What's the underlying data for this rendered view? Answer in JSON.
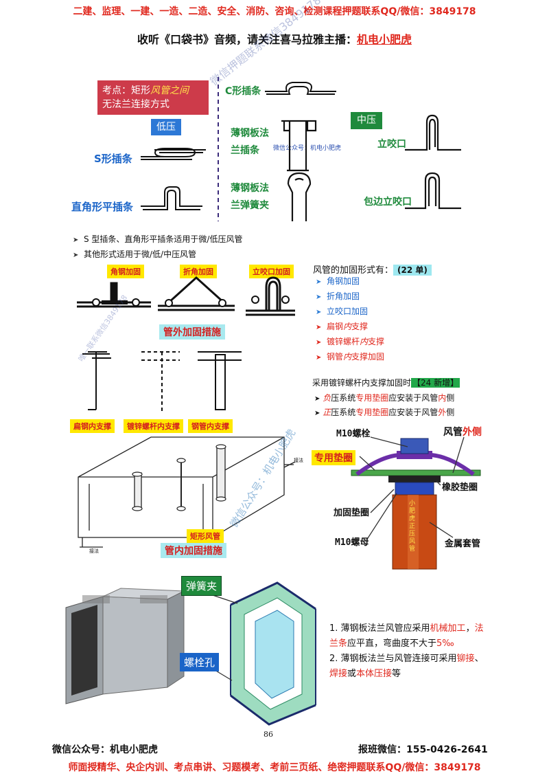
{
  "header": {
    "top_banner": "二建、监理、一建、一造、二造、安全、消防、咨询、检测课程押题联系QQ/微信：3849178",
    "subtitle_prefix": "收听《口袋书》音频，请关注喜马拉雅主播：",
    "subtitle_host": "机电小肥虎"
  },
  "section1": {
    "exam_point_line1": "考点：矩形",
    "exam_point_italic": "风管之间",
    "exam_point_line2": "无法兰连接方式",
    "low_pressure_badge": "低压",
    "mid_pressure_badge": "中压",
    "s_insert": "S形插条",
    "right_angle_insert": "直角形平插条",
    "c_insert": "C形插条",
    "thin_flange_insert_l1": "薄钢板法",
    "thin_flange_insert_l2": "兰插条",
    "thin_flange_spring_l1": "薄钢板法",
    "thin_flange_spring_l2": "兰弹簧夹",
    "standing_seam": "立咬口",
    "wrapped_seam": "包边立咬口",
    "inline_wm": "微信公众号：机电小肥虎"
  },
  "notes": [
    "S 型插条、直角形平插条适用于微/低压风管",
    "其他形式适用于微/低/中压风管"
  ],
  "reinforce": {
    "angle_steel": "角钢加固",
    "folded": "折角加固",
    "standing": "立咬口加固",
    "outside_caption": "管外加固措施",
    "flat_steel": "扁钢内支撑",
    "galv_rod": "镀锌螺杆内支撑",
    "steel_pipe": "钢管内支撑",
    "rect_duct": "矩形风管",
    "inside_caption": "管内加固措施",
    "tiny_l": "接法",
    "tiny_r": "接法"
  },
  "reinforce_list": {
    "title": "风管的加固形式有：",
    "badge": "(22 单)",
    "items": [
      {
        "text": "角钢加固",
        "style": "blue"
      },
      {
        "text": "折角加固",
        "style": "blue"
      },
      {
        "text": "立咬口加固",
        "style": "blue"
      },
      {
        "pre": "扁钢",
        "mid": "内",
        "post": "支撑"
      },
      {
        "pre": "镀锌螺杆",
        "mid": "内",
        "post": "支撑"
      },
      {
        "pre": "钢管",
        "mid": "内",
        "post": "支撑加固"
      }
    ]
  },
  "rod_note": {
    "title": "采用镀锌螺杆内支撑加固时",
    "badge": "【24 新增】",
    "line1": {
      "a": "负",
      "b": "压系统",
      "c": "专用垫圈",
      "d": "应安装于风管",
      "e": "内",
      "f": "侧"
    },
    "line2": {
      "a": "正",
      "b": "压系统",
      "c": "专用垫圈",
      "d": "应安装于风管",
      "e": "外",
      "f": "侧"
    }
  },
  "bolt_diagram": {
    "m10_bolt": "M10螺栓",
    "duct_outside_a": "风管",
    "duct_outside_b": "外侧",
    "special_washer": "专用垫圈",
    "rubber_washer": "橡胶垫圈",
    "reinforce_washer": "加固垫圈",
    "m10_nut": "M10螺母",
    "metal_sleeve": "金属套管",
    "sleeve_text": "小肥虎正压风管"
  },
  "bottom": {
    "spring_clip": "弹簧夹",
    "bolt_hole": "螺栓孔",
    "note1_a": "1. 薄钢板法兰风管应采用",
    "note1_b": "机械加工",
    "note1_c": "，",
    "note1_d": "法兰条",
    "note1_e": "应平直，弯曲度不大于",
    "note1_f": "5‰",
    "note2_a": "2. 薄钢板法兰与风管连接可采用",
    "note2_b": "铆接",
    "note2_c": "、",
    "note2_d": "焊接",
    "note2_e": "或",
    "note2_f": "本体压接",
    "note2_g": "等"
  },
  "footer": {
    "page_number": "86",
    "wechat_public": "微信公众号：机电小肥虎",
    "class_wechat": "报班微信：155-0426-2641",
    "bottom_banner": "师面授精华、央企内训、考点串讲、习题模考、考前三页纸、绝密押题联系QQ/微信：3849178"
  },
  "watermarks": {
    "wm1": "微信押题联系微信3849178",
    "wm2": "微信公众号：机电小肥虎",
    "wm3": "唯一联系微信3849178"
  },
  "colors": {
    "accent_red": "#e0281e",
    "blue": "#1a64c8",
    "green": "#1f8a3c",
    "badge_red": "#cd3b4a"
  }
}
